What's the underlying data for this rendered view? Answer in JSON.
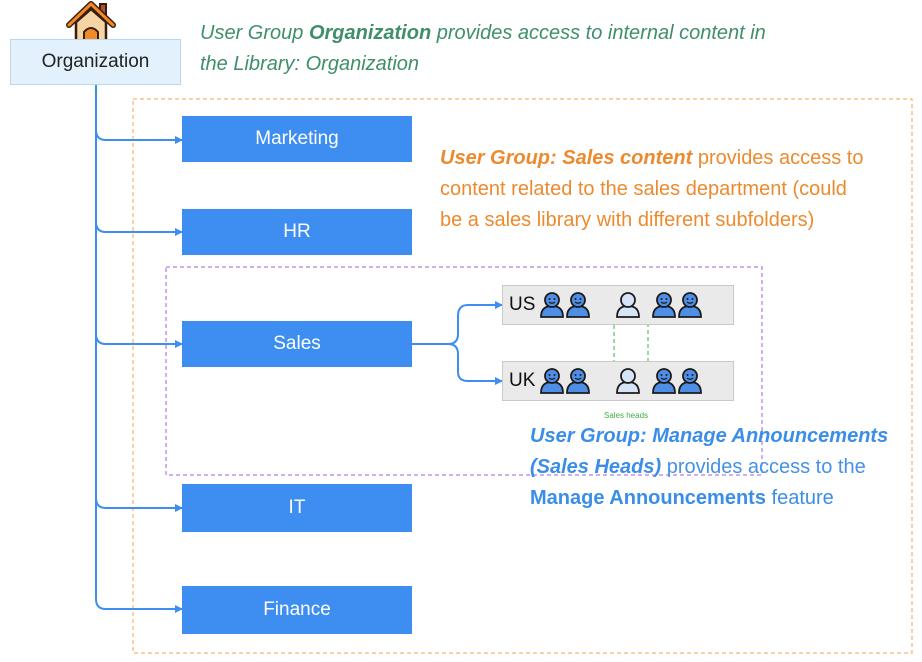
{
  "root": {
    "label": "Organization",
    "icon": "house-icon"
  },
  "departments": [
    "Marketing",
    "HR",
    "Sales",
    "IT",
    "Finance"
  ],
  "teams": [
    {
      "label": "US",
      "members": 5,
      "head_index": 2
    },
    {
      "label": "UK",
      "members": 5,
      "head_index": 2
    }
  ],
  "sales_heads_label": "Sales heads",
  "org_note": {
    "p1": "User Group ",
    "bold": "Organization",
    "p2": " provides access to internal content in the Library: Organization"
  },
  "sales_note": {
    "bold": "User Group: Sales content",
    "rest": " provides access to content related to the sales department (could be a sales library with different subfolders)"
  },
  "heads_note": {
    "bold1": "User Group: Manage Announcements (Sales Heads)",
    "mid": " provides access to the ",
    "bold2": "Manage Announcements",
    "end": " feature"
  },
  "colors": {
    "dept_fill": "#3d8ef0",
    "connector": "#3d8ef0",
    "org_group_border": "#f5a34a",
    "sales_group_border": "#a35ee0",
    "heads_group_border": "#3fae4c",
    "person_blue": "#4f8ee6",
    "person_head": "#d5e4f7",
    "note_green": "#3f8f6a",
    "note_orange": "#ed8a2e",
    "note_blue": "#3b8ee8"
  }
}
